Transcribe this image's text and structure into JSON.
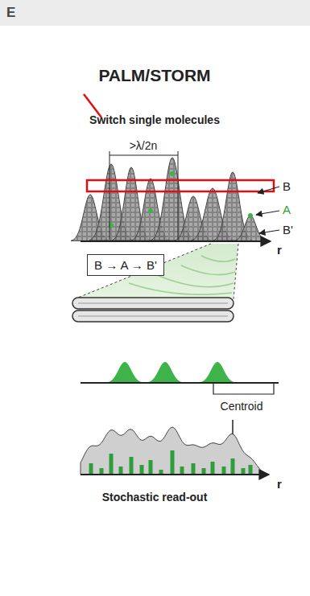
{
  "diagram": {
    "title": "PALM/STORM",
    "nodes": [
      {
        "text": [
          "B → A → B'"
        ]
      }
    ],
    "labels": [
      "E",
      "Switch single molecules",
      ">λ/2n",
      "B",
      "A",
      "B'",
      "r",
      "Centroid",
      "r",
      "Stochastic read-out"
    ]
  }
}
